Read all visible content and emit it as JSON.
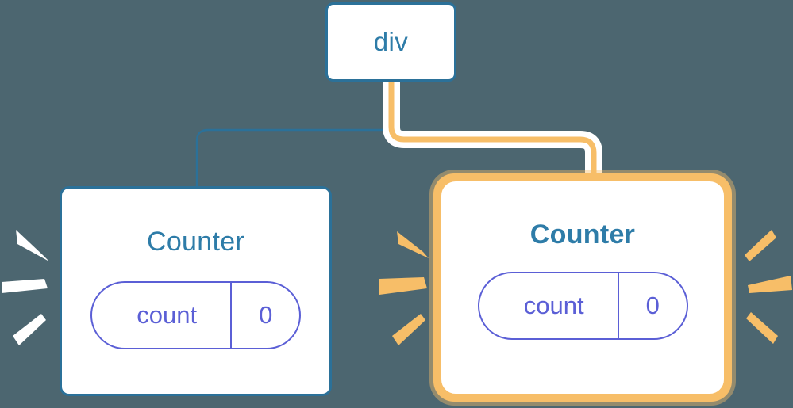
{
  "diagram": {
    "type": "component-tree",
    "background_color": "#4C6670",
    "accent_blue": "#2B7199",
    "accent_orange": "#F7BE68",
    "accent_purple": "#5B5FD6",
    "title_color": "#2E7CA8"
  },
  "nodes": {
    "root": {
      "label": "div",
      "highlighted": false
    },
    "counter_left": {
      "label": "Counter",
      "highlighted": false,
      "state": {
        "key": "count",
        "value": "0"
      }
    },
    "counter_right": {
      "label": "Counter",
      "highlighted": true,
      "state": {
        "key": "count",
        "value": "0"
      }
    }
  },
  "edges": [
    {
      "from": "div",
      "to": "counter-left",
      "color": "#2B7199",
      "style": "thin"
    },
    {
      "from": "div",
      "to": "counter-right",
      "color": "#F7BE68",
      "style": "thick-highlight"
    }
  ],
  "sparkles": {
    "left_group_color": "#FFFFFF",
    "middle_group_color": "#F7BE68",
    "right_group_color": "#F7BE68",
    "ray_count_per_group": 3
  }
}
